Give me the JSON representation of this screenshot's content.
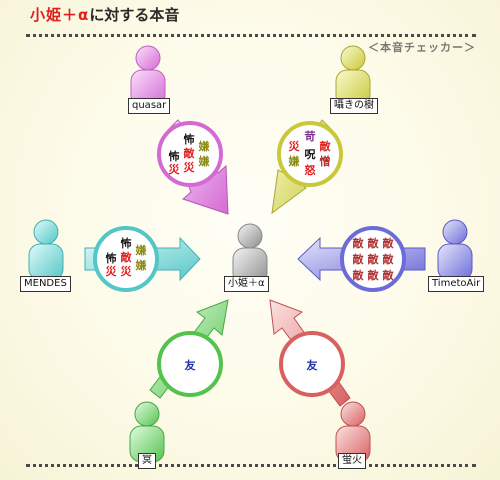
{
  "header": {
    "title_main": "小姫＋α",
    "title_rest": "に対する本音",
    "checker": "＜本音チェッカー＞"
  },
  "center": {
    "name": "小姫＋α",
    "color": "#bdbdbd"
  },
  "people": [
    {
      "id": "quasar",
      "name": "quasar",
      "color": "#ee99ee"
    },
    {
      "id": "sasayaki",
      "name": "囁きの樹",
      "color": "#e3e375"
    },
    {
      "id": "mendes",
      "name": "MENDES",
      "color": "#8fe6e6"
    },
    {
      "id": "timetoair",
      "name": "TimetoAir",
      "color": "#9d9de9"
    },
    {
      "id": "mei",
      "name": "冥",
      "color": "#95e58f"
    },
    {
      "id": "hotaru",
      "name": "蛍火",
      "color": "#ef9a9a"
    }
  ],
  "bubbles": [
    {
      "id": "quasar",
      "chars": [
        "怖",
        "敵",
        "嫌",
        "怖",
        "災",
        "嫌",
        "災"
      ]
    },
    {
      "id": "sasayaki",
      "chars": [
        "苛",
        "敵",
        "災",
        "呪",
        "憎",
        "嫌",
        "怒"
      ]
    },
    {
      "id": "mendes",
      "chars": [
        "怖",
        "敵",
        "嫌",
        "怖",
        "災",
        "嫌",
        "災"
      ]
    },
    {
      "id": "timetoair",
      "chars": [
        "敵",
        "敵",
        "敵",
        "敵",
        "敵",
        "敵",
        "敵",
        "敵",
        "敵"
      ]
    },
    {
      "id": "mei",
      "chars": [
        "友"
      ]
    },
    {
      "id": "hotaru",
      "chars": [
        "友"
      ]
    }
  ],
  "colors": {
    "red": "#e02020",
    "black": "#1a1a1a",
    "olive": "#8a8a10",
    "purple": "#7a2a8a",
    "blue": "#2233aa",
    "brown": "#b03030"
  }
}
